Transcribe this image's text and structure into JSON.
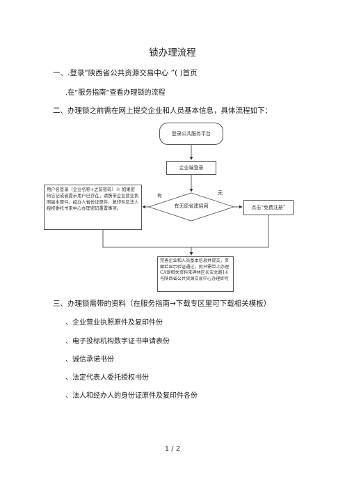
{
  "title": "锁办理流程",
  "section1": {
    "line1": "一、.登录“陕西省公共资源交易中心 ”( )首页",
    "line2": ".在“服务指南”查看办理锁的流程"
  },
  "section2": {
    "heading": "二、办理锁之前需在网上提交企业和人员基本信息，具体流程如下："
  },
  "flowchart": {
    "start": "登录公共服务平台",
    "login": "企业端登录",
    "decision": "有无原省建招网",
    "yes_label": "有",
    "no_label": "无",
    "left_note": "用户名登录（企业名称+之前密码）※ 如果密码忘记或者提示用户已存在，请携带企业营业执照副本原件，经办人省份证原件、复印件及法人授权委托书来中心办理密码重置事项。",
    "right_box": "点击“免费注册”",
    "bottom_note": "完善企业和人员基本信息并提交，页面若显示验证通过，则只需带上办理CA锁相关资料来碑林区长安北路14号陕西省公共资源交易中心办理即可"
  },
  "section3": {
    "heading": "三、办理锁需带的资料（在服务指南→下载专区里可下载相关模板）",
    "items": [
      "、企业营业执照原件及复印件份",
      "、电子投标机构数字证书申请表份",
      "、诚信承诺书份",
      "、法定代表人委托授权书份",
      "、法人和经办人的身份证原件及复印件各份"
    ]
  },
  "footer": "1 / 2"
}
